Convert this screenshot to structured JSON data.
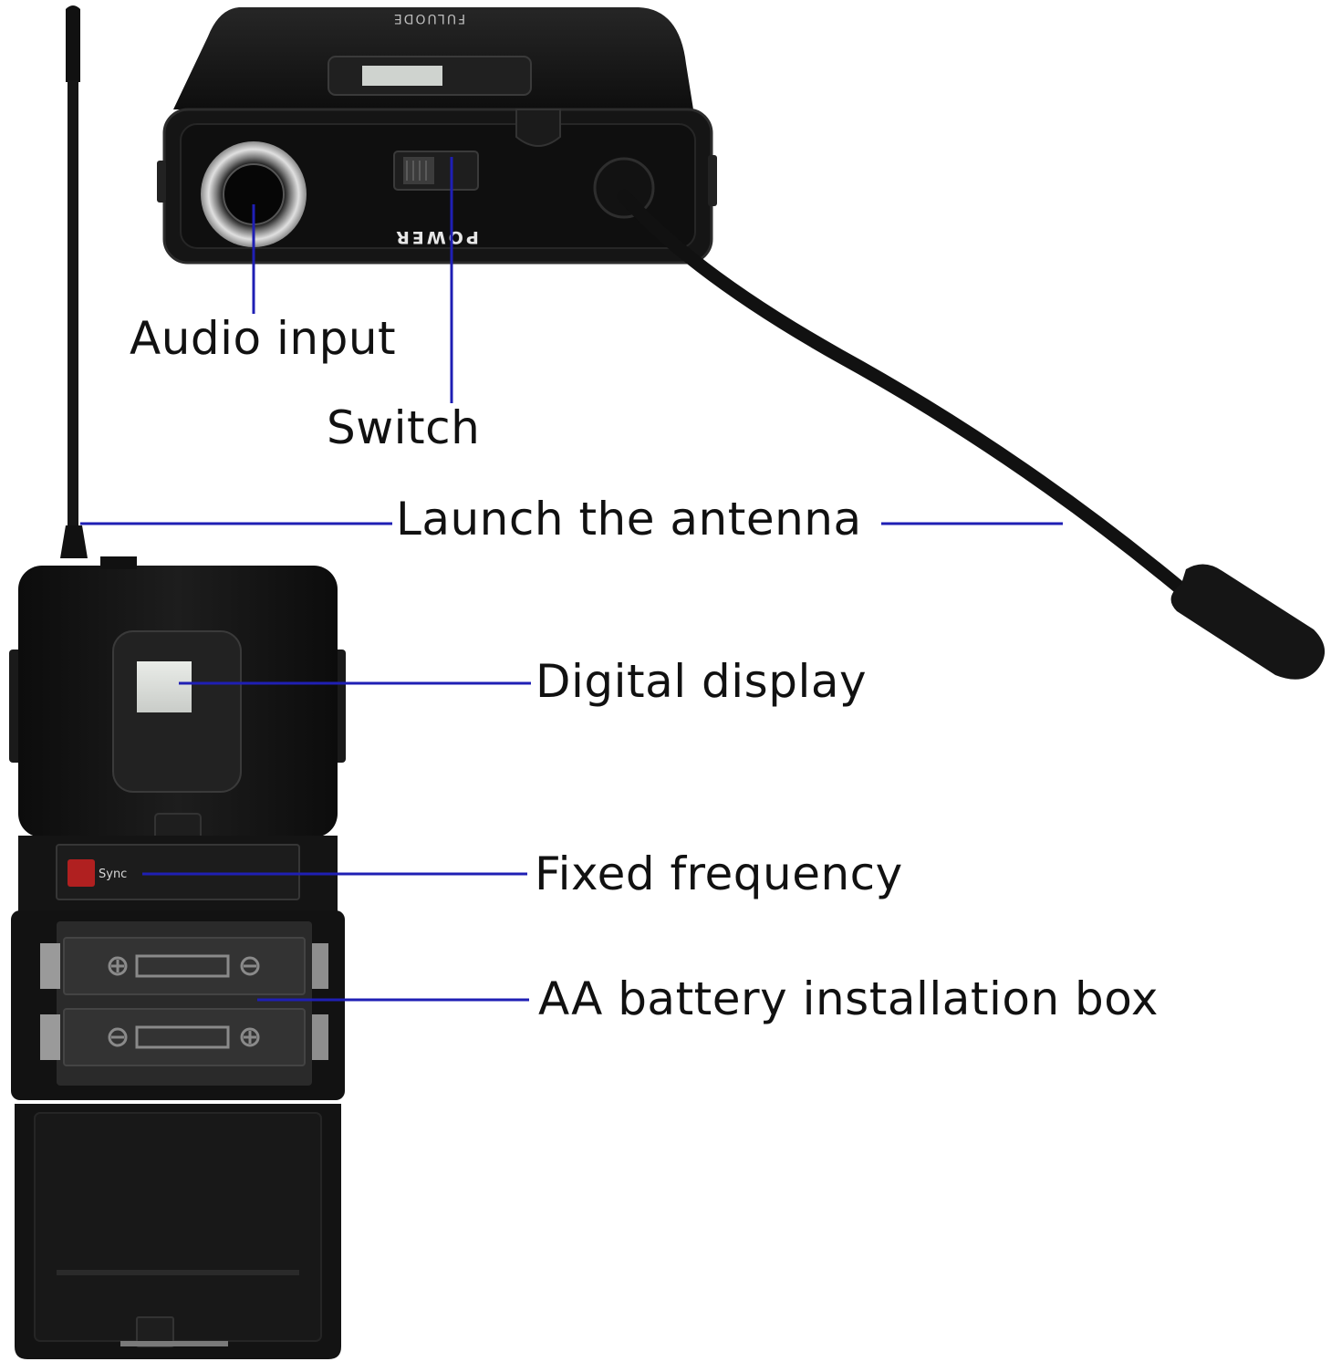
{
  "device": {
    "brand_text": "FULUODE",
    "power_label": "POWER",
    "sync_label": "Sync"
  },
  "colors": {
    "leader_line": "#1f1fb4",
    "device_body": "#121212",
    "background": "#ffffff"
  },
  "labels": {
    "audio_input": "Audio input",
    "switch": "Switch",
    "launch_antenna": "Launch the antenna",
    "digital_display": "Digital display",
    "fixed_frequency": "Fixed frequency",
    "battery_box": "AA battery installation box"
  }
}
